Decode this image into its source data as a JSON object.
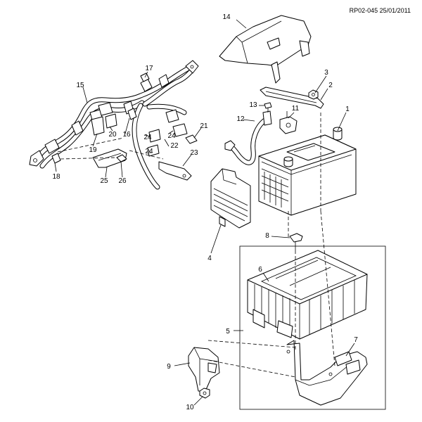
{
  "header": {
    "reference": "RP02-045 25/01/2011"
  },
  "callouts": {
    "c1": "1",
    "c2": "2",
    "c3": "3",
    "c4": "4",
    "c5": "5",
    "c6": "6",
    "c7": "7",
    "c8": "8",
    "c9": "9",
    "c10": "10",
    "c11": "11",
    "c12": "12",
    "c13": "13",
    "c14": "14",
    "c15": "15",
    "c16": "16",
    "c17": "17",
    "c18": "18",
    "c19": "19",
    "c20": "20",
    "c21": "21",
    "c22": "22",
    "c23": "23",
    "c24a": "24",
    "c24b": "24",
    "c24c": "24",
    "c25": "25",
    "c26": "26"
  }
}
